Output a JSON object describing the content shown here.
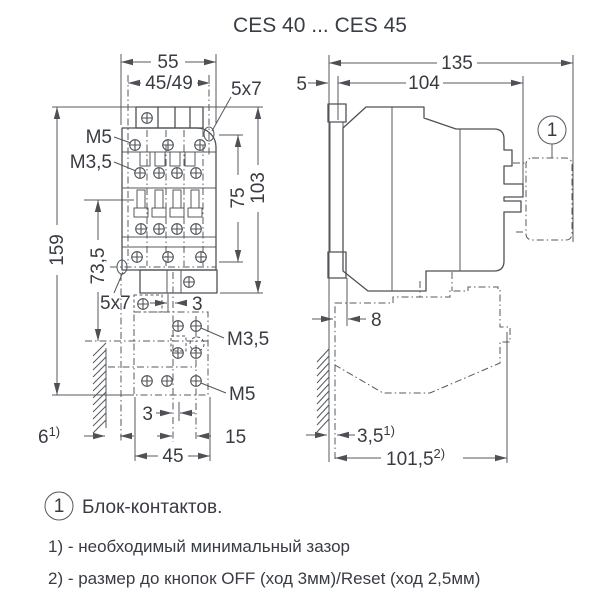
{
  "title": "CES 40 ... CES 45",
  "colors": {
    "line": "#4d5156",
    "text": "#383c42",
    "background": "#ffffff"
  },
  "front_view": {
    "dim_width_total": "55",
    "dim_hole_spacing": "45/49",
    "slot_top": "5x7",
    "thread_top_m5": "M5",
    "thread_top_m35": "M3,5",
    "dim_height_total": "159",
    "dim_73_5": "73,5",
    "slot_bottom": "5x7",
    "dim_75": "75",
    "dim_103": "103",
    "dim_3_top": "3",
    "thread_bottom_m35": "M3,5",
    "thread_bottom_m5": "M5",
    "dim_3_bottom": "3",
    "dim_15": "15",
    "dim_45": "45",
    "dim_gap_6": "6",
    "dim_gap_6_sup": "1)"
  },
  "side_view": {
    "dim_depth_total": "135",
    "dim_depth_body": "104",
    "dim_rail_5": "5",
    "callout_1": "1",
    "dim_8": "8",
    "dim_gap_3_5": "3,5",
    "dim_gap_3_5_sup": "1)",
    "dim_101_5": "101,5",
    "dim_101_5_sup": "2)"
  },
  "legend": {
    "callout_1": "1",
    "callout_text": "Блок-контактов.",
    "note_1": "1) - необходимый минимальный зазор",
    "note_2": "2) - размер до кнопок OFF (ход 3мм)/Reset (ход 2,5мм)"
  }
}
